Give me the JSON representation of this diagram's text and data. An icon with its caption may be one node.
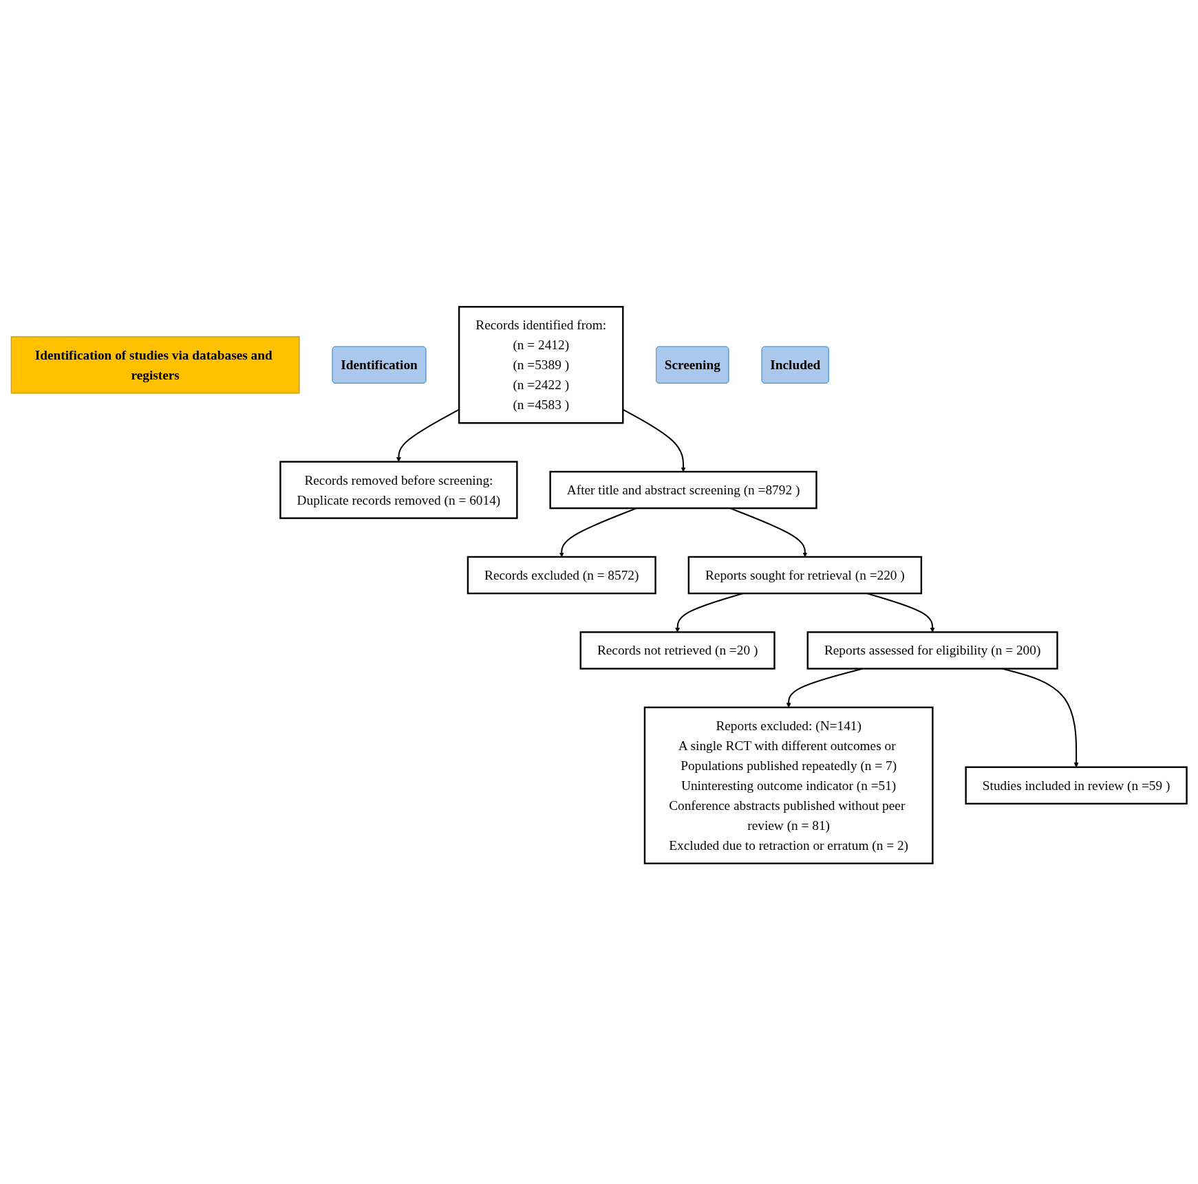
{
  "diagram": {
    "nodes": [
      {
        "text": [
          "Identification of studies via databases and registers"
        ]
      },
      {
        "text": [
          "Identification"
        ]
      },
      {
        "text": [
          "Records identified from:",
          "(n = 2412)",
          "(n =5389 )",
          "(n =2422 )",
          "(n =4583 )"
        ]
      },
      {
        "text": [
          "Records removed before screening:",
          "Duplicate records removed (n = 6014)"
        ]
      },
      {
        "text": [
          "Screening"
        ]
      },
      {
        "text": [
          "After title and abstract screening (n =8792 )"
        ]
      },
      {
        "text": [
          "Records excluded (n = 8572)"
        ]
      },
      {
        "text": [
          "Reports sought for retrieval (n =220 )"
        ]
      },
      {
        "text": [
          "Records not retrieved (n =20 )"
        ]
      },
      {
        "text": [
          "Reports assessed for eligibility (n = 200)"
        ]
      },
      {
        "text": [
          "Reports excluded: (N=141)",
          "A single RCT with different outcomes or Populations published repeatedly (n = 7)",
          "Uninteresting outcome indicator (n =51)",
          "Conference abstracts published without peer review (n = 81)",
          "Excluded due to retraction or erratum (n = 2)"
        ]
      },
      {
        "text": [
          "Included"
        ]
      },
      {
        "text": [
          "Studies included in review (n =59 )"
        ]
      }
    ],
    "edges": [
      {
        "from": 2,
        "to": 3,
        "arrow": "to"
      },
      {
        "from": 2,
        "to": 5,
        "arrow": "to"
      },
      {
        "from": 5,
        "to": 6,
        "arrow": "to"
      },
      {
        "from": 5,
        "to": 7,
        "arrow": "to"
      },
      {
        "from": 7,
        "to": 8,
        "arrow": "to"
      },
      {
        "from": 7,
        "to": 9,
        "arrow": "to"
      },
      {
        "from": 9,
        "to": 10,
        "arrow": "to"
      },
      {
        "from": 9,
        "to": 12,
        "arrow": "to"
      }
    ]
  }
}
